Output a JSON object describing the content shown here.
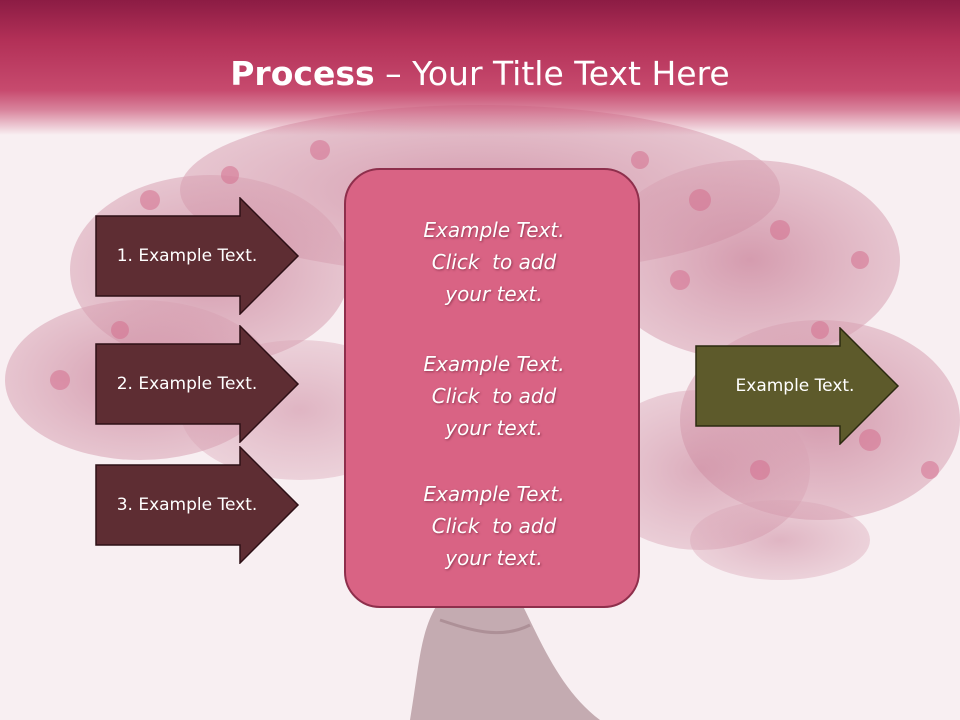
{
  "slide": {
    "title_bold": "Process",
    "title_rest": " – Your Title Text Here"
  },
  "steps": [
    {
      "label": "1. Example Text."
    },
    {
      "label": "2. Example Text."
    },
    {
      "label": "3. Example Text."
    }
  ],
  "center_blocks": [
    {
      "line1": "Example Text.",
      "line2": "Click  to add",
      "line3": "your text."
    },
    {
      "line1": "Example Text.",
      "line2": "Click  to add",
      "line3": "your text."
    },
    {
      "line1": "Example Text.",
      "line2": "Click  to add",
      "line3": "your text."
    }
  ],
  "result": {
    "label": "Example Text."
  },
  "colors": {
    "header": "#b23057",
    "step_arrow_fill": "#5e2d33",
    "center_panel_fill": "#d96384",
    "result_arrow_fill": "#5d5a2b",
    "background": "#f8eff2"
  },
  "icons": {
    "background_image": "bonsai-tree-illustration"
  }
}
